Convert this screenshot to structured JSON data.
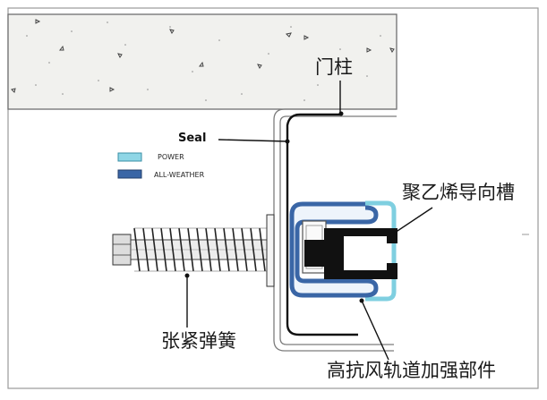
{
  "labels": {
    "door_post": "门柱",
    "seal": "Seal",
    "guide_channel": "聚乙烯导向槽",
    "tension_spring": "张紧弹簧",
    "reinforcement": "高抗风轨道加强部件"
  },
  "legend": [
    {
      "label": "POWER",
      "color": "#8fd6e6"
    },
    {
      "label": "ALL-WEATHER",
      "color": "#3a66a6"
    }
  ],
  "colors": {
    "power_blue": "#8fd6e6",
    "allweather_blue": "#3a66a6",
    "channel_black": "#111111",
    "concrete": "#f1f1ee"
  }
}
